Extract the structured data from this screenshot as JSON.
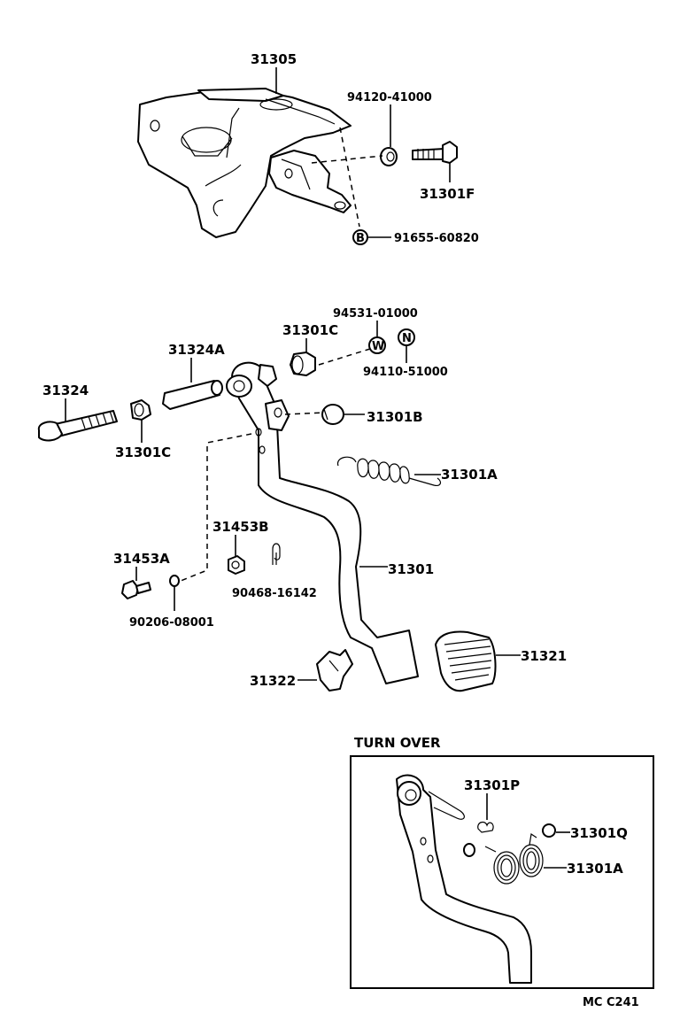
{
  "labels": {
    "p31305": "31305",
    "p94120_41000": "94120-41000",
    "p31301F": "31301F",
    "p91655_60820": "91655-60820",
    "symbol_B": "B",
    "p94531_01000": "94531-01000",
    "symbol_W": "W",
    "symbol_N": "N",
    "p31301C_top": "31301C",
    "p94110_51000": "94110-51000",
    "p31324A": "31324A",
    "p31324": "31324",
    "p31301B": "31301B",
    "p31301C_bottom": "31301C",
    "p31301A": "31301A",
    "p31453B": "31453B",
    "p31453A": "31453A",
    "p31301": "31301",
    "p90468_16142": "90468-16142",
    "p90206_08001": "90206-08001",
    "p31321": "31321",
    "p31322": "31322",
    "turn_over_title": "TURN OVER",
    "p31301P": "31301P",
    "p31301Q": "31301Q",
    "p31301A_inset": "31301A",
    "figure_code": "MC  C241"
  }
}
